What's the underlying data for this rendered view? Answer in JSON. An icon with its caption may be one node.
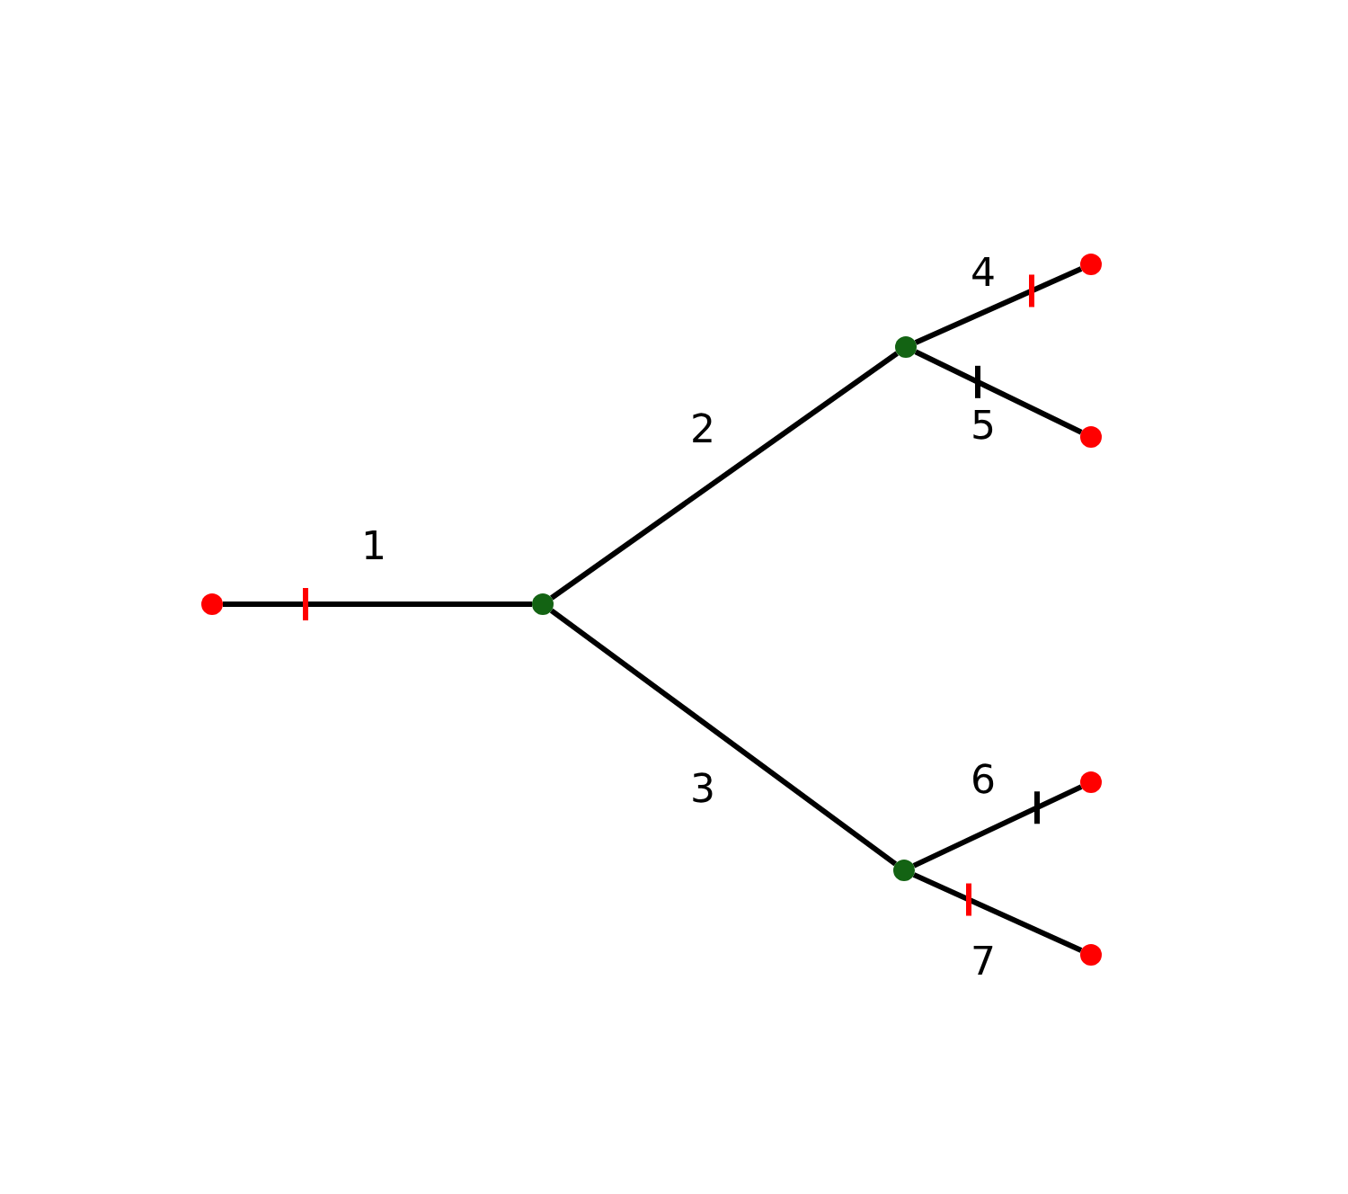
{
  "diagram": {
    "nodes": [
      {
        "text": [],
        "shape": "circle"
      },
      {
        "text": [],
        "shape": "circle"
      },
      {
        "text": [],
        "shape": "circle"
      },
      {
        "text": [],
        "shape": "circle"
      },
      {
        "text": [],
        "shape": "circle"
      },
      {
        "text": [],
        "shape": "circle"
      },
      {
        "text": [],
        "shape": "circle"
      },
      {
        "text": [],
        "shape": "circle"
      }
    ],
    "edges": [
      {
        "from": 0,
        "to": 1,
        "arrow": "none",
        "label": "1"
      },
      {
        "from": 1,
        "to": 2,
        "arrow": "none",
        "label": "2"
      },
      {
        "from": 1,
        "to": 3,
        "arrow": "none",
        "label": "3"
      },
      {
        "from": 2,
        "to": 4,
        "arrow": "none",
        "label": "4"
      },
      {
        "from": 2,
        "to": 5,
        "arrow": "none",
        "label": "5"
      },
      {
        "from": 3,
        "to": 6,
        "arrow": "none",
        "label": "6"
      },
      {
        "from": 3,
        "to": 7,
        "arrow": "none",
        "label": "7"
      }
    ]
  }
}
